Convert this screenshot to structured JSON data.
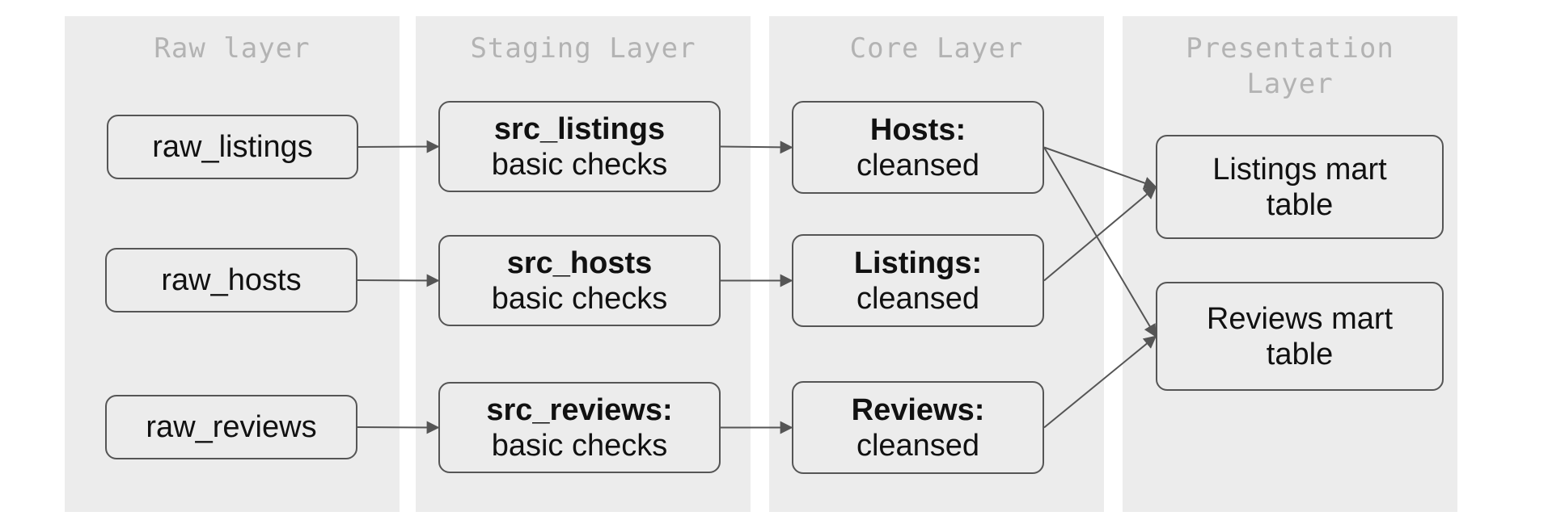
{
  "lanes": [
    {
      "title": "Raw layer"
    },
    {
      "title": "Staging Layer"
    },
    {
      "title": "Core Layer"
    },
    {
      "title": "Presentation Layer"
    }
  ],
  "nodes": {
    "raw_listings": {
      "line1": "raw_listings"
    },
    "raw_hosts": {
      "line1": "raw_hosts"
    },
    "raw_reviews": {
      "line1": "raw_reviews"
    },
    "src_listings": {
      "bold": "src_listings",
      "line2": "basic checks"
    },
    "src_hosts": {
      "bold": "src_hosts",
      "line2": "basic checks"
    },
    "src_reviews": {
      "bold": "src_reviews:",
      "line2": "basic checks"
    },
    "hosts_cleansed": {
      "bold": "Hosts:",
      "line2": "cleansed"
    },
    "listings_cleansed": {
      "bold": "Listings:",
      "line2": "cleansed"
    },
    "reviews_cleansed": {
      "bold": "Reviews:",
      "line2": "cleansed"
    },
    "listings_mart": {
      "line1": "Listings mart",
      "line2": "table"
    },
    "reviews_mart": {
      "line1": "Reviews mart",
      "line2": "table"
    }
  },
  "edges": [
    {
      "from": "raw_listings",
      "to": "src_listings"
    },
    {
      "from": "raw_hosts",
      "to": "src_hosts"
    },
    {
      "from": "raw_reviews",
      "to": "src_reviews"
    },
    {
      "from": "src_listings",
      "to": "hosts_cleansed"
    },
    {
      "from": "src_hosts",
      "to": "listings_cleansed"
    },
    {
      "from": "src_reviews",
      "to": "reviews_cleansed"
    },
    {
      "from": "hosts_cleansed",
      "to": "listings_mart"
    },
    {
      "from": "hosts_cleansed",
      "to": "reviews_mart"
    },
    {
      "from": "listings_cleansed",
      "to": "listings_mart"
    },
    {
      "from": "reviews_cleansed",
      "to": "reviews_mart"
    }
  ],
  "colors": {
    "lane_background": "#ececec",
    "title_text": "#b3b3b3",
    "edge": "#555555"
  }
}
